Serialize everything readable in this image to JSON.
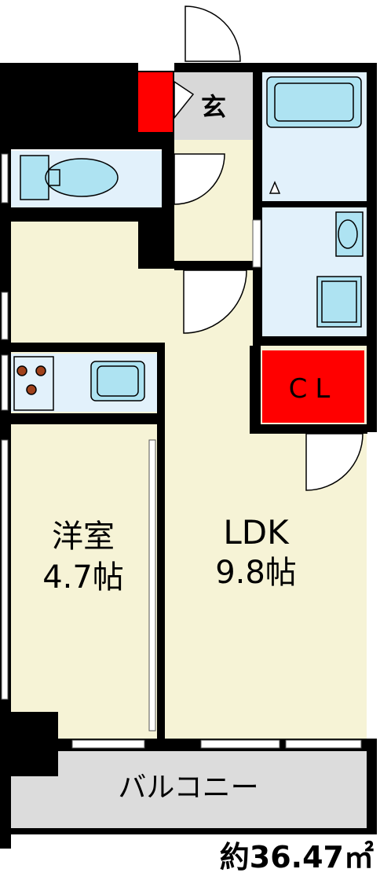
{
  "rooms": {
    "entrance": "玄",
    "closet": "CL",
    "bedroom_name": "洋室",
    "bedroom_size": "4.7帖",
    "ldk_name": "LDK",
    "ldk_size": "9.8帖",
    "balcony": "バルコニー"
  },
  "total_area": "約36.47㎡",
  "colors": {
    "wall": "#000000",
    "room_floor": "#f6f3d6",
    "wet_area": "#e2f1fb",
    "fixture": "#aee3f2",
    "accent_red": "#ff0000",
    "balcony": "#dcdcdc",
    "entrance_floor": "#d8d8d8",
    "stove_burner": "#a0421c"
  }
}
